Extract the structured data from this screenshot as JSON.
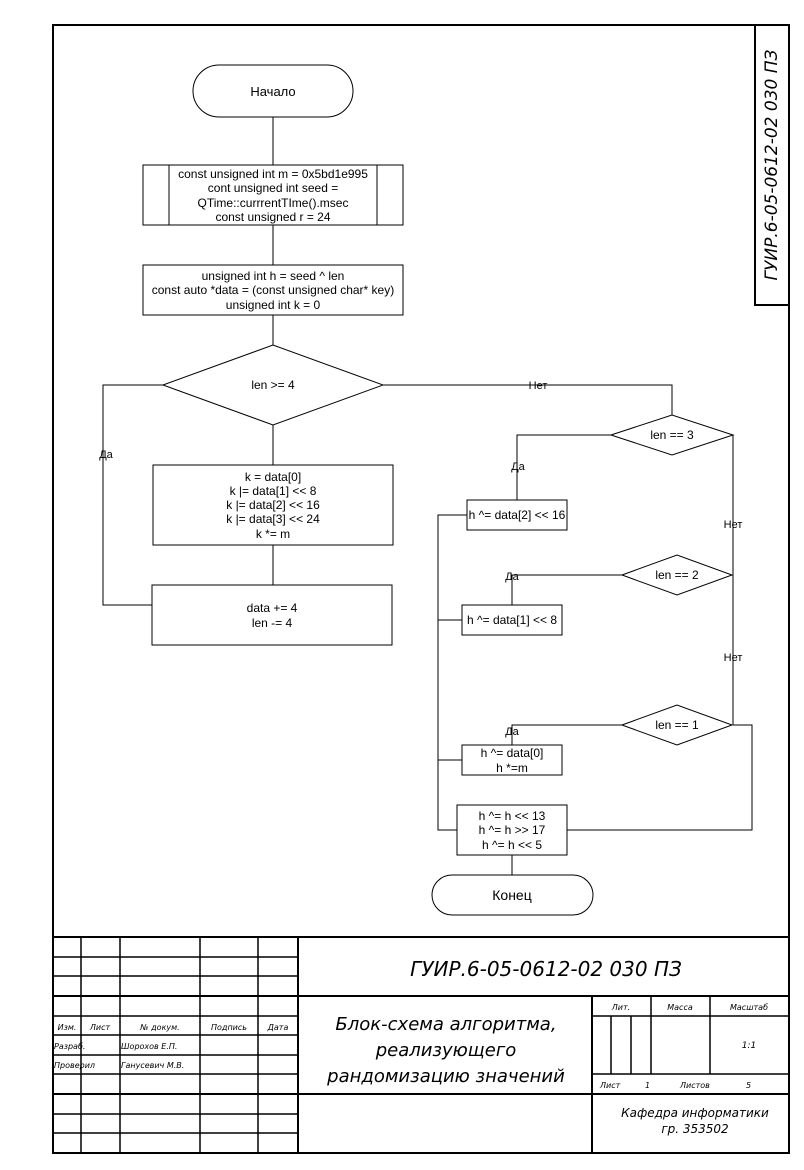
{
  "flowchart": {
    "start": "Начало",
    "end": "Конец",
    "init_block": [
      "const unsigned int m = 0x5bd1e995",
      "cont unsigned int seed =",
      "QTime::currrentTIme().msec",
      "const unsigned r = 24"
    ],
    "setup_block": [
      "unsigned int h = seed ^ len",
      "const auto *data = (const unsigned char* key)",
      "unsigned int k = 0"
    ],
    "loop_condition": "len >= 4",
    "loop_yes": "Да",
    "loop_no": "Нет",
    "k_block": [
      "k = data[0]",
      "k |= data[1] << 8",
      "k |= data[2] << 16",
      "k |= data[3] << 24",
      "k *= m"
    ],
    "advance_block": [
      "data += 4",
      "len -= 4"
    ],
    "cond3": "len == 3",
    "cond3_yes": "Да",
    "cond3_no": "Нет",
    "op3": "h ^= data[2] << 16",
    "cond2": "len == 2",
    "cond2_yes": "Да",
    "cond2_no": "Нет",
    "op2": "h ^= data[1] << 8",
    "cond1": "len == 1",
    "cond1_yes": "Да",
    "op1": [
      "h ^= data[0]",
      "h *=m"
    ],
    "final_block": [
      "h ^= h << 13",
      "h ^= h >> 17",
      "h ^= h << 5"
    ]
  },
  "frame": {
    "side_stamp": "ГУИР.6-05-0612-02 030 ПЗ",
    "doc_code": "ГУИР.6-05-0612-02 030 ПЗ",
    "title_lines": [
      "Блок-схема алгоритма,",
      "реализующего",
      "рандомизацию значений"
    ],
    "col_headers": [
      "Изм.",
      "Лист",
      "№ докум.",
      "Подпись",
      "Дата"
    ],
    "rows": [
      {
        "role": "Разраб.",
        "name": "Шорохов Е.П."
      },
      {
        "role": "Проверил",
        "name": "Ганусевич М.В."
      }
    ],
    "lit_label": "Лит.",
    "mass_label": "Масса",
    "scale_label": "Масштаб",
    "scale_value": "1:1",
    "sheet_label": "Лист",
    "sheet_value": "1",
    "sheets_label": "Листов",
    "sheets_value": "5",
    "org_lines": [
      "Кафедра информатики",
      "гр. 353502"
    ]
  }
}
